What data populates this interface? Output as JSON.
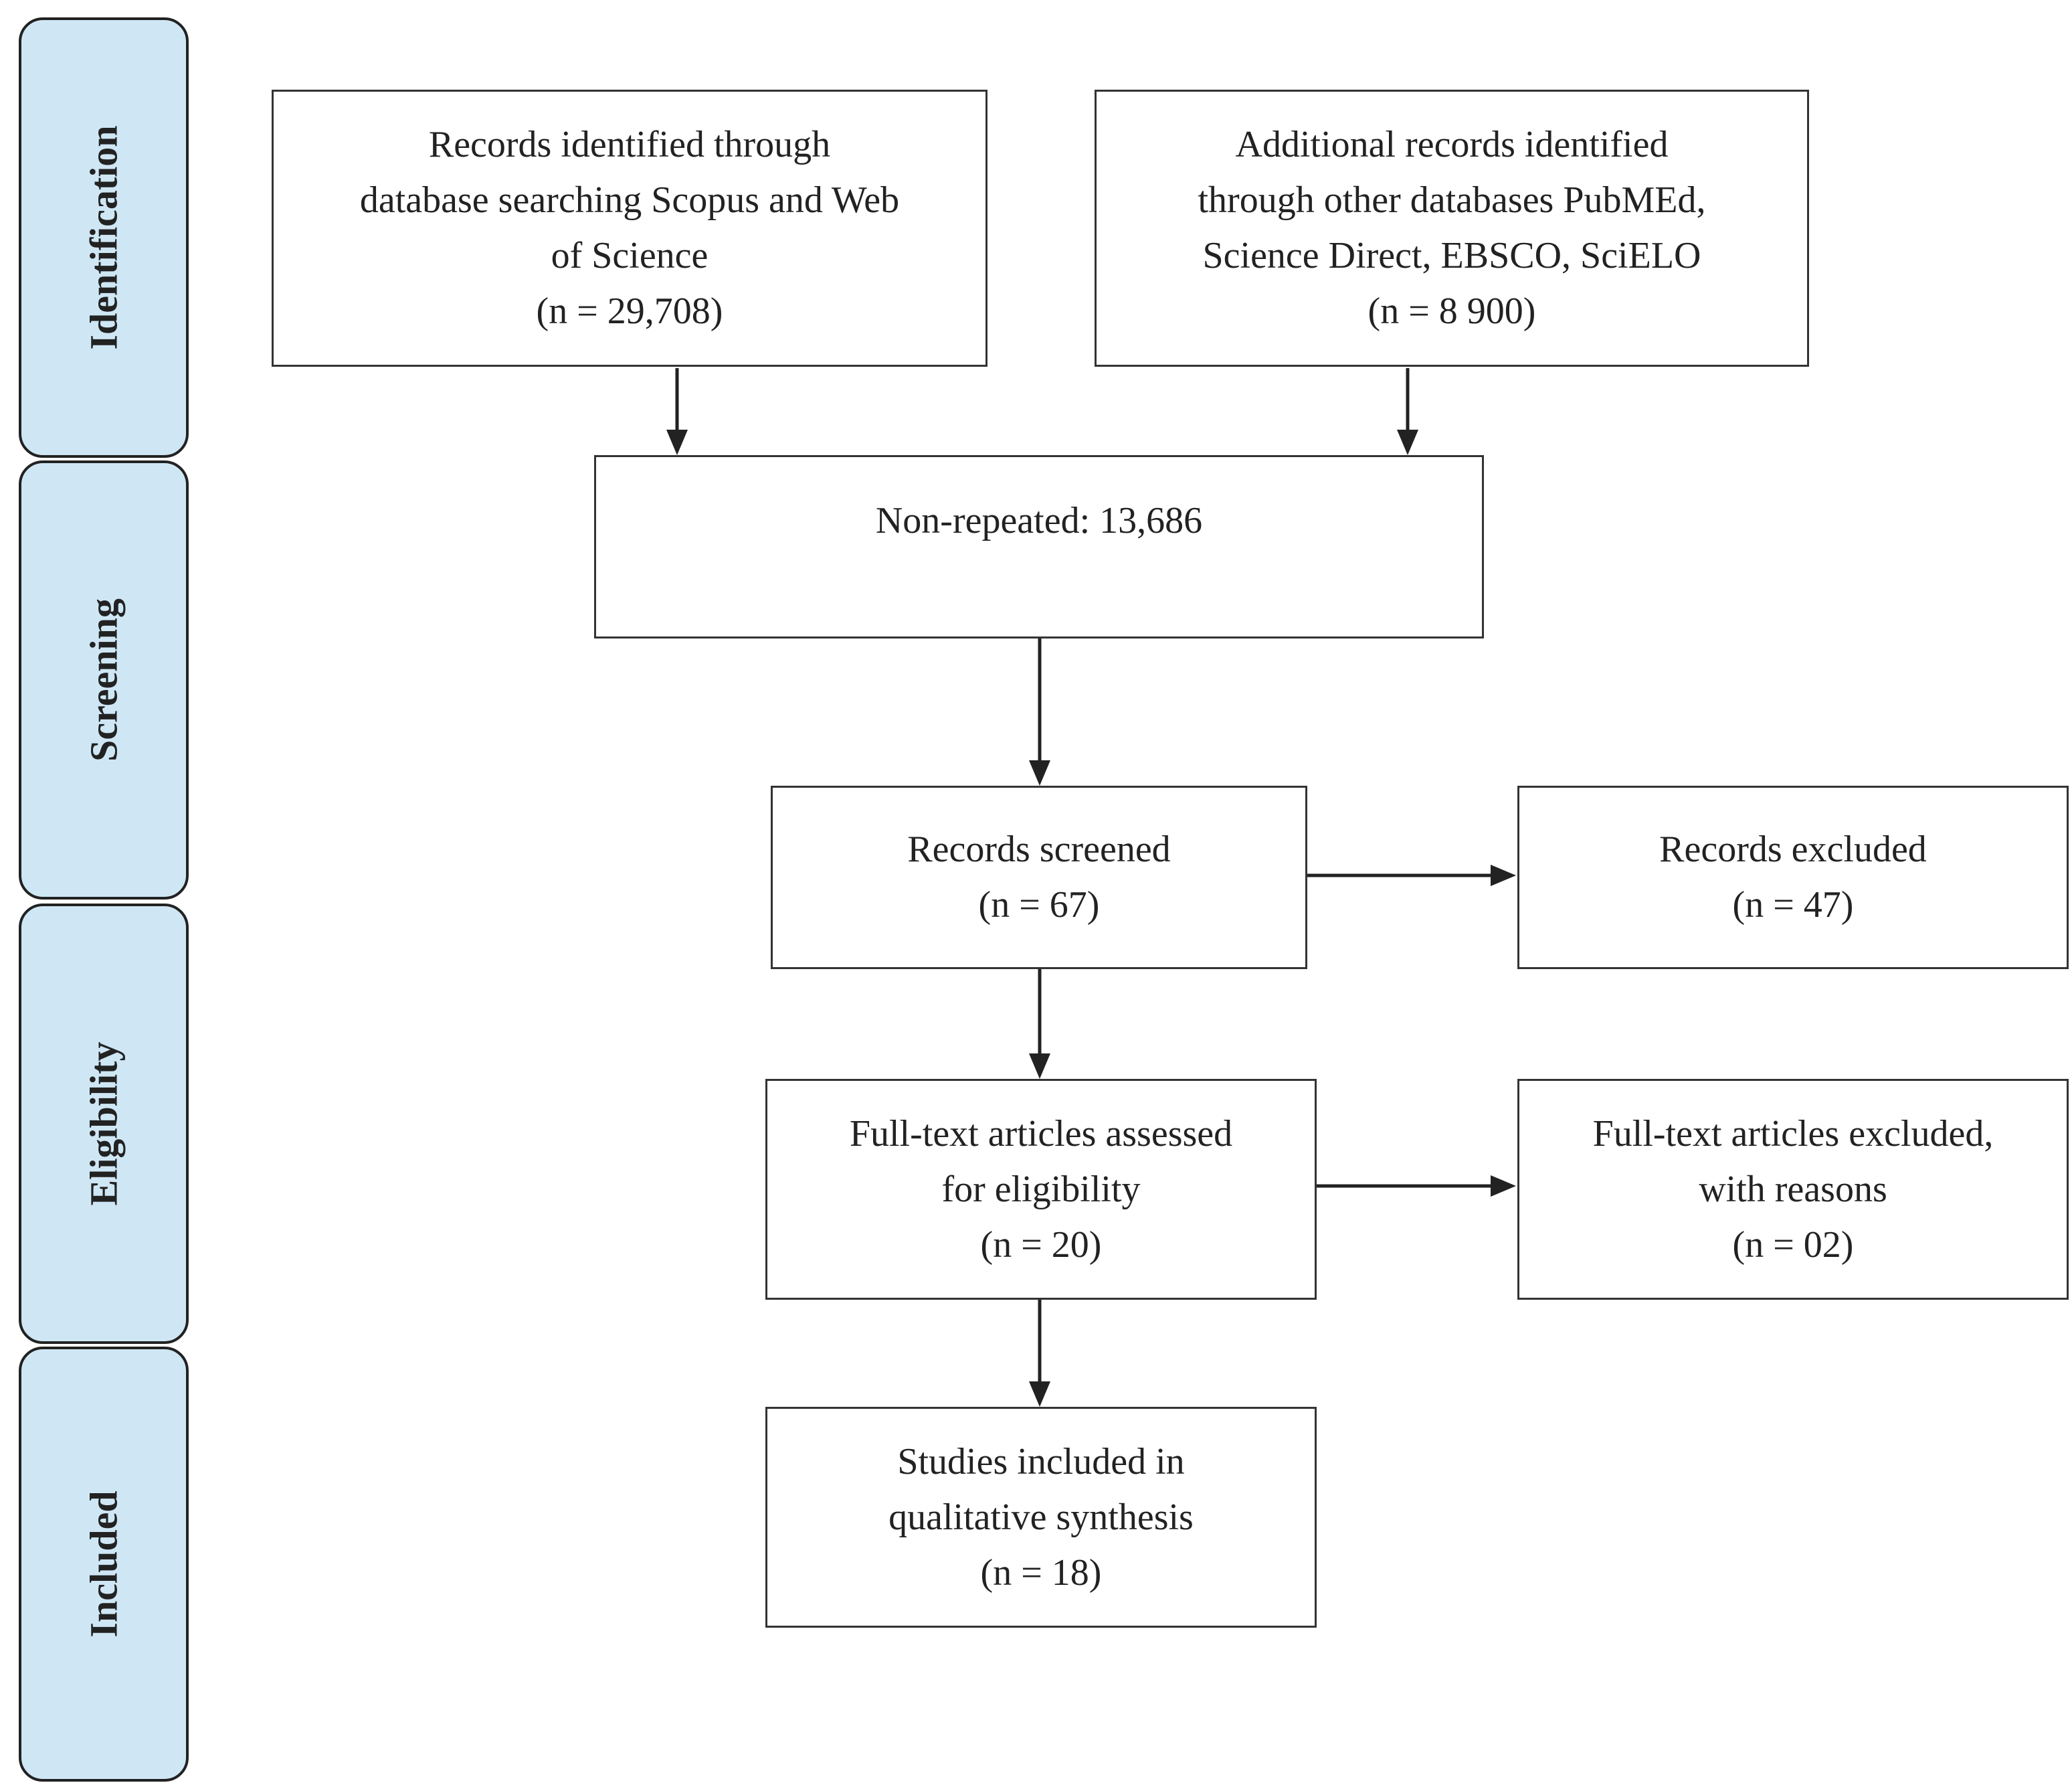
{
  "colors": {
    "phase_fill": "#cfe7f5",
    "stroke": "#222222",
    "background": "#ffffff"
  },
  "phases": {
    "identification": "Identification",
    "screening": "Screening",
    "eligibility": "Eligibility",
    "included": "Included"
  },
  "boxes": {
    "database_records": {
      "lines": [
        "Records identified through",
        "database searching Scopus and Web",
        "of Science"
      ],
      "count": "(n = 29,708)"
    },
    "additional_records": {
      "lines": [
        "Additional records identified",
        "through other databases PubMEd,",
        "Science Direct, EBSCO, SciELO"
      ],
      "count": "(n = 8 900)"
    },
    "non_repeated": {
      "text": "Non-repeated: 13,686"
    },
    "records_screened": {
      "label": "Records screened",
      "count": "(n = 67)"
    },
    "records_excluded": {
      "label": "Records excluded",
      "count": "(n = 47)"
    },
    "fulltext_assessed": {
      "lines": [
        "Full-text articles assessed",
        "for eligibility"
      ],
      "count": "(n = 20)"
    },
    "fulltext_excluded": {
      "lines": [
        "Full-text articles excluded,",
        "with reasons"
      ],
      "count": "(n = 02)"
    },
    "studies_included": {
      "lines": [
        "Studies included in",
        "qualitative synthesis"
      ],
      "count": "(n = 18)"
    }
  }
}
